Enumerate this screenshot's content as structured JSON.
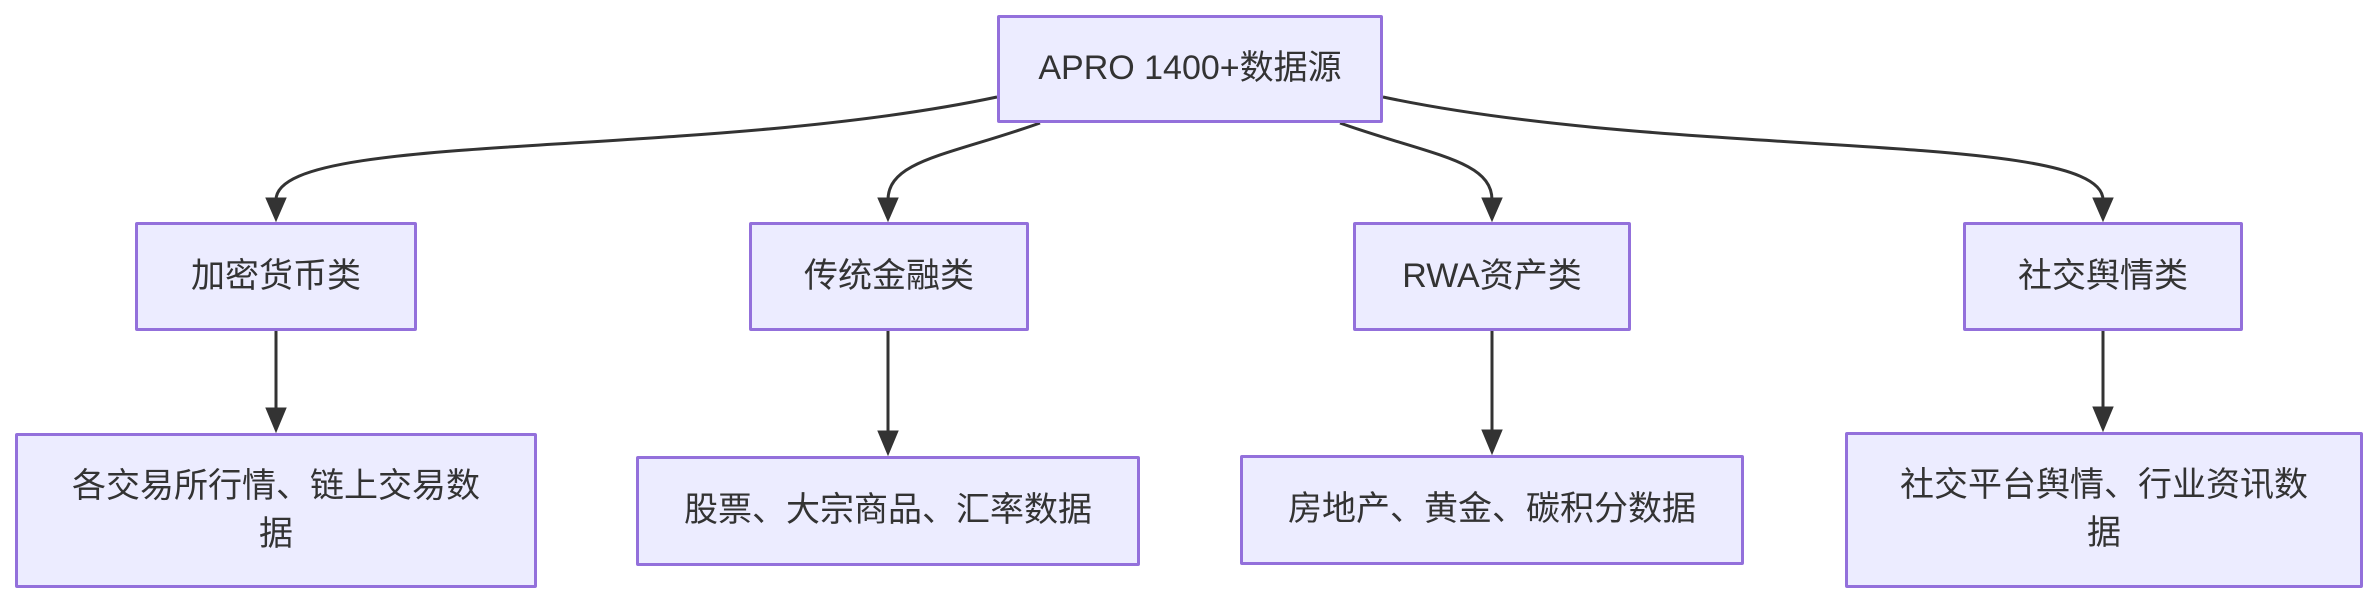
{
  "diagram": {
    "type": "flowchart",
    "direction": "top-down",
    "root": {
      "id": "root",
      "label": "APRO 1400+数据源"
    },
    "categories": [
      {
        "id": "crypto",
        "label": "加密货币类",
        "detail": "各交易所行情、链上交易数据"
      },
      {
        "id": "tradfi",
        "label": "传统金融类",
        "detail": "股票、大宗商品、汇率数据"
      },
      {
        "id": "rwa",
        "label": "RWA资产类",
        "detail": "房地产、黄金、碳积分数据"
      },
      {
        "id": "social",
        "label": "社交舆情类",
        "detail": "社交平台舆情、行业资讯数据"
      }
    ],
    "edges": [
      {
        "from": "root",
        "to": "crypto"
      },
      {
        "from": "root",
        "to": "tradfi"
      },
      {
        "from": "root",
        "to": "rwa"
      },
      {
        "from": "root",
        "to": "social"
      },
      {
        "from": "crypto",
        "to": "crypto-detail"
      },
      {
        "from": "tradfi",
        "to": "tradfi-detail"
      },
      {
        "from": "rwa",
        "to": "rwa-detail"
      },
      {
        "from": "social",
        "to": "social-detail"
      }
    ],
    "colors": {
      "node_fill": "#ECECFF",
      "node_border": "#9370DB",
      "edge": "#333333",
      "text": "#333333",
      "background": "#FFFFFF"
    }
  }
}
